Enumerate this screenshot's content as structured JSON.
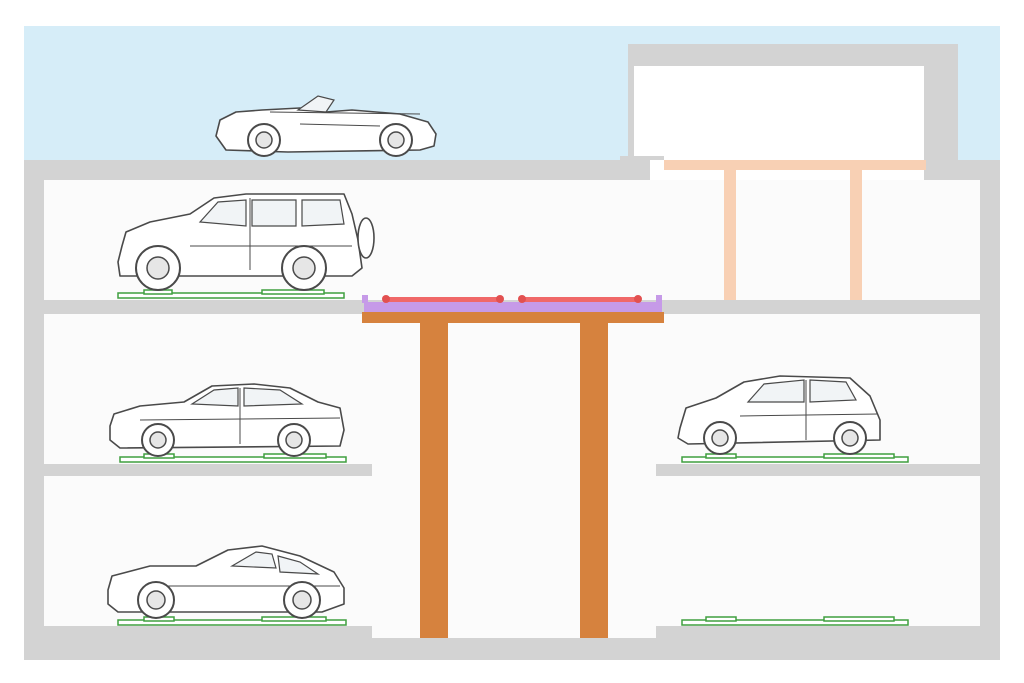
{
  "colors": {
    "sky": "#d6edf8",
    "wall": "#d3d3d3",
    "interior": "#fbfbfb",
    "lift_column": "#d6823e",
    "lift_column_light": "#f8d0b4",
    "lift_platform": "#c69ae8",
    "rail": "#f06868",
    "rail_node": "#e25050",
    "pad": "#3f9f3f",
    "car_stroke": "#4a4a4a",
    "car_glass": "#f1f4f6",
    "car_body": "#ffffff"
  },
  "vehicles": [
    {
      "name": "convertible-car",
      "kind": "convertible",
      "level": "roof"
    },
    {
      "name": "suv-car",
      "kind": "suv",
      "level": "upper-left"
    },
    {
      "name": "sedan-car",
      "kind": "sedan",
      "level": "middle-left"
    },
    {
      "name": "hatchback-car",
      "kind": "hatchback",
      "level": "middle-right"
    },
    {
      "name": "coupe-car",
      "kind": "coupe",
      "level": "lower-left"
    }
  ],
  "parking_pads": [
    {
      "name": "pad-upper-left",
      "occupied": true
    },
    {
      "name": "pad-middle-left",
      "occupied": true
    },
    {
      "name": "pad-middle-right",
      "occupied": true
    },
    {
      "name": "pad-lower-left",
      "occupied": true
    },
    {
      "name": "pad-lower-right",
      "occupied": false
    }
  ],
  "lift": {
    "columns": 2,
    "platform_level": "upper",
    "rails": 2
  }
}
